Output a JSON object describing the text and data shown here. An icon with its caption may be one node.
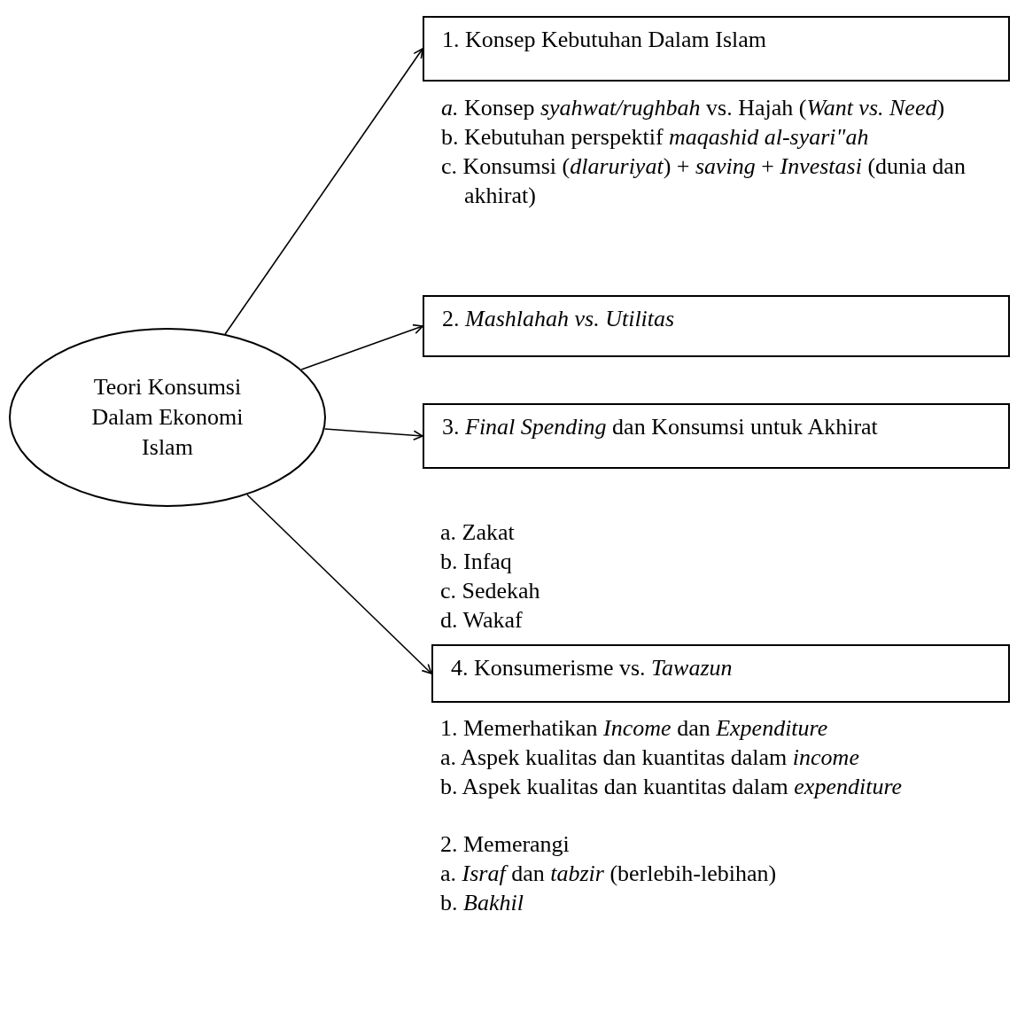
{
  "diagram": {
    "nodes": [
      {
        "text": [
          "Teori Konsumsi Dalam Ekonomi Islam"
        ]
      },
      {
        "text": [
          "1. Konsep Kebutuhan Dalam Islam"
        ],
        "beside": [
          "*a.* Konsep *syahwat/rughbah* vs. Hajah (*Want vs. Need*)",
          "b. Kebutuhan perspektif *maqashid al-syari\"ah*",
          "c. Konsumsi (*dlaruriyat*) + *saving* + *Investasi* (dunia dan akhirat)"
        ]
      },
      {
        "text": [
          "2. *Mashlahah vs. Utilitas*"
        ]
      },
      {
        "text": [
          "3. *Final Spending* dan Konsumsi untuk Akhirat"
        ],
        "beside": [
          "a. Zakat",
          "b. Infaq",
          "c. Sedekah",
          "d. Wakaf"
        ]
      },
      {
        "text": [
          "4. Konsumerisme vs. *Tawazun*"
        ],
        "beside": [
          "1. Memerhatikan *Income* dan *Expenditure*",
          "a. Aspek kualitas dan kuantitas dalam *income*",
          "b. Aspek kualitas dan kuantitas dalam *expenditure*",
          "2. Memerangi",
          "a. *Israf* dan *tabzir* (berlebih-lebihan)",
          "b. *Bakhil*"
        ]
      }
    ],
    "edges": [
      {
        "from": 0,
        "to": 1,
        "arrow": "to"
      },
      {
        "from": 0,
        "to": 2,
        "arrow": "to"
      },
      {
        "from": 0,
        "to": 3,
        "arrow": "to"
      },
      {
        "from": 0,
        "to": 4,
        "arrow": "to"
      }
    ]
  }
}
